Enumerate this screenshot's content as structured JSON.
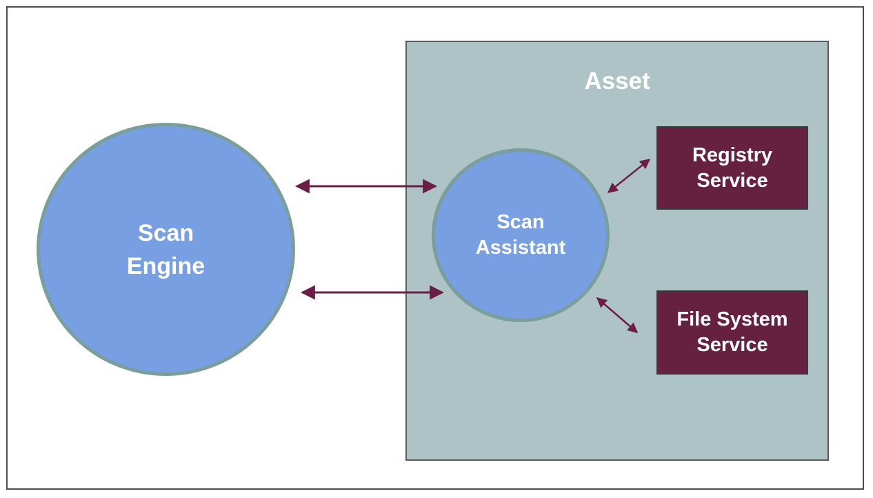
{
  "asset": {
    "title": "Asset"
  },
  "scan_engine": {
    "line1": "Scan",
    "line2": "Engine"
  },
  "scan_assistant": {
    "line1": "Scan",
    "line2": "Assistant"
  },
  "registry_service": {
    "line1": "Registry",
    "line2": "Service"
  },
  "file_system_service": {
    "line1": "File System",
    "line2": "Service"
  },
  "colors": {
    "circle_fill": "#789fe2",
    "circle_border": "#7a9e9b",
    "asset_fill": "#aec3c6",
    "service_fill": "#672140",
    "arrow": "#6b1e45"
  }
}
